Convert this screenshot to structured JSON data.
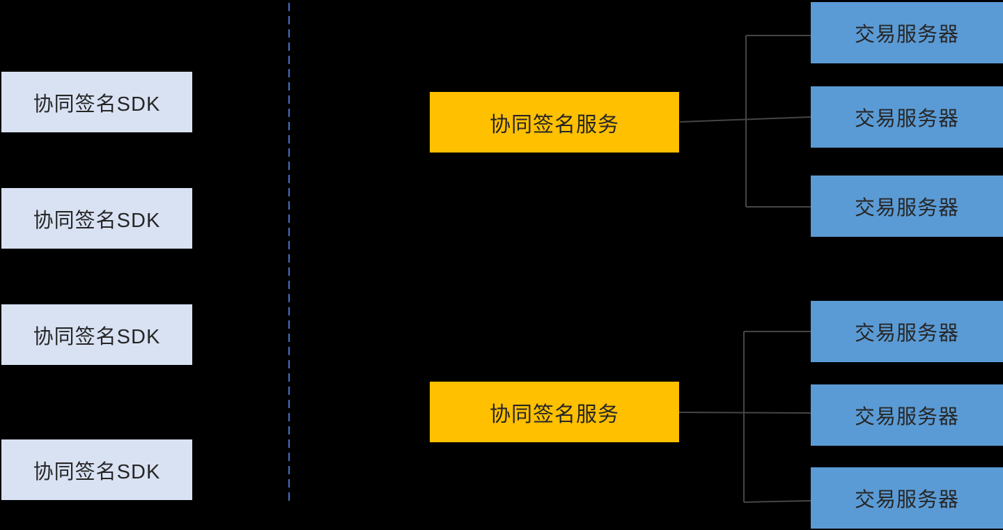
{
  "nodes": {
    "sdk_boxes": [
      {
        "label": "协同签名SDK"
      },
      {
        "label": "协同签名SDK"
      },
      {
        "label": "协同签名SDK"
      },
      {
        "label": "协同签名SDK"
      }
    ],
    "service_boxes": [
      {
        "label": "协同签名服务"
      },
      {
        "label": "协同签名服务"
      }
    ],
    "server_boxes": [
      {
        "label": "交易服务器"
      },
      {
        "label": "交易服务器"
      },
      {
        "label": "交易服务器"
      },
      {
        "label": "交易服务器"
      },
      {
        "label": "交易服务器"
      },
      {
        "label": "交易服务器"
      }
    ]
  },
  "colors": {
    "background": "#000000",
    "sdk_box_fill": "#D9E2F3",
    "service_box_fill": "#FFC000",
    "server_box_fill": "#5B9BD5",
    "connector_line": "#464646",
    "divider_line": "#4472C4",
    "box_text": "#262626"
  }
}
